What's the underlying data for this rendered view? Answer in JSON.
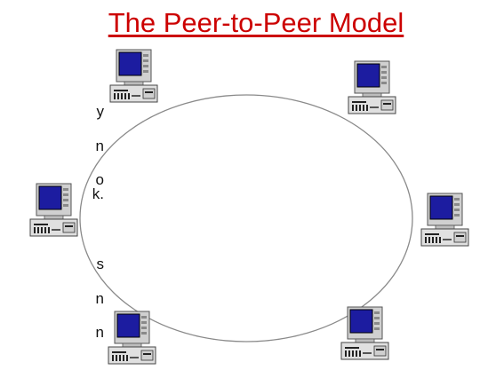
{
  "title": "The Peer-to-Peer Model",
  "text_fragments": [
    "y",
    "n",
    "o",
    "k.",
    "s",
    "n",
    "n"
  ],
  "network": {
    "topology": "ring",
    "node_icon": "desktop-computer-icon",
    "node_count": 6
  },
  "colors": {
    "title": "#cc0000",
    "screen": "#1c1ca0",
    "ring": "#8a8a8a",
    "case": "#d8d8d8"
  }
}
